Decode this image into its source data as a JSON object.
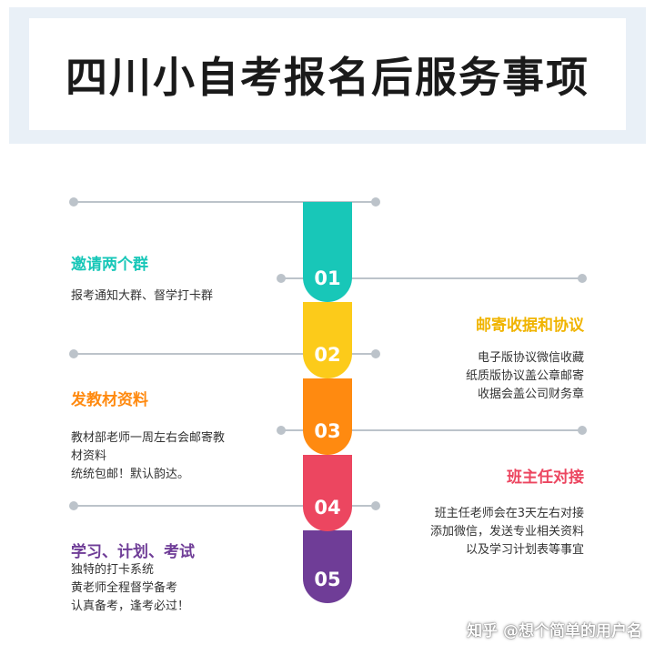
{
  "title": "四川小自考报名后服务事项",
  "colors": {
    "teal": "#18c7b8",
    "yellow": "#fccb1a",
    "orange": "#ff8a10",
    "red": "#ec4660",
    "purple": "#6f3d97",
    "line": "#bcc3ca"
  },
  "steps": [
    {
      "num": "01",
      "heading": "邀请两个群",
      "lines": [
        "报考通知大群、督学打卡群"
      ]
    },
    {
      "num": "02",
      "heading": "邮寄收据和协议",
      "lines": [
        "电子版协议微信收藏",
        "纸质版协议盖公章邮寄",
        "收据会盖公司财务章"
      ]
    },
    {
      "num": "03",
      "heading": "发教材资料",
      "lines": [
        "教材部老师一周左右会邮寄教",
        "材资料",
        "统统包邮！默认韵达。"
      ]
    },
    {
      "num": "04",
      "heading": "班主任对接",
      "lines": [
        "班主任老师会在3天左右对接",
        "添加微信，发送专业相关资料",
        "以及学习计划表等事宜"
      ]
    },
    {
      "num": "05",
      "heading": "学习、计划、考试",
      "lines": [
        "独特的打卡系统",
        "黄老师全程督学备考",
        "认真备考，逢考必过！"
      ]
    }
  ],
  "watermark": "知乎 @想个简单的用户名"
}
